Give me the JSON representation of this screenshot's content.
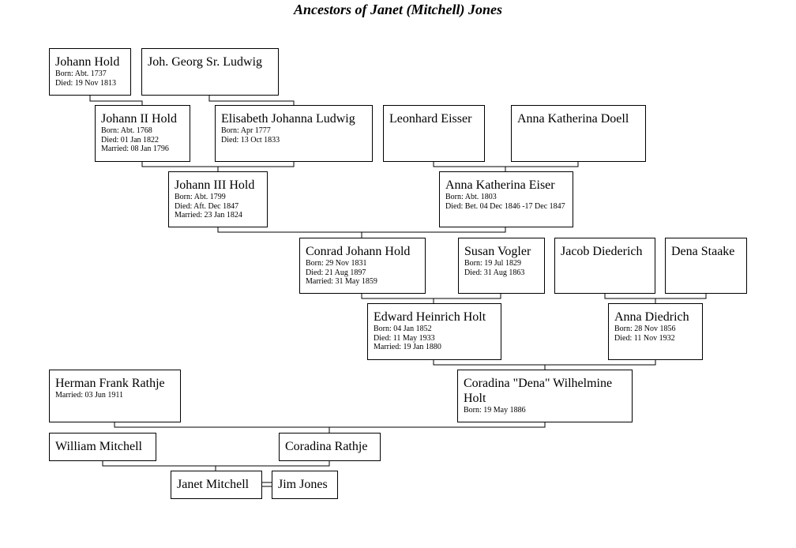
{
  "title": "Ancestors of Janet (Mitchell) Jones",
  "people": [
    {
      "name": "Johann Hold",
      "details": [
        "Born: Abt. 1737",
        "Died: 19 Nov 1813"
      ]
    },
    {
      "name": "Joh. Georg Sr. Ludwig",
      "details": []
    },
    {
      "name": "Johann II Hold",
      "details": [
        "Born: Abt. 1768",
        "Died: 01 Jan 1822",
        "Married: 08 Jan 1796"
      ]
    },
    {
      "name": "Elisabeth Johanna Ludwig",
      "details": [
        "Born: Apr 1777",
        "Died: 13 Oct 1833"
      ]
    },
    {
      "name": "Leonhard Eisser",
      "details": []
    },
    {
      "name": "Anna Katherina Doell",
      "details": []
    },
    {
      "name": "Johann III Hold",
      "details": [
        "Born: Abt. 1799",
        "Died: Aft. Dec 1847",
        "Married: 23 Jan 1824"
      ]
    },
    {
      "name": "Anna Katherina Eiser",
      "details": [
        "Born: Abt. 1803",
        "Died: Bet. 04 Dec 1846 -17 Dec 1847"
      ]
    },
    {
      "name": "Conrad Johann Hold",
      "details": [
        "Born: 29 Nov 1831",
        "Died: 21 Aug 1897",
        "Married: 31 May 1859"
      ]
    },
    {
      "name": "Susan Vogler",
      "details": [
        "Born: 19 Jul 1829",
        "Died: 31 Aug 1863"
      ]
    },
    {
      "name": "Jacob Diederich",
      "details": []
    },
    {
      "name": "Dena Staake",
      "details": []
    },
    {
      "name": "Edward Heinrich Holt",
      "details": [
        "Born: 04 Jan 1852",
        "Died: 11 May 1933",
        "Married: 19 Jan 1880"
      ]
    },
    {
      "name": "Anna Diedrich",
      "details": [
        "Born: 28 Nov 1856",
        "Died: 11 Nov 1932"
      ]
    },
    {
      "name": "Herman Frank Rathje",
      "details": [
        "Married: 03 Jun 1911"
      ]
    },
    {
      "name": "Coradina \"Dena\" Wilhelmine Holt",
      "details": [
        "Born: 19 May 1886"
      ]
    },
    {
      "name": "William Mitchell",
      "details": []
    },
    {
      "name": "Coradina Rathje",
      "details": []
    },
    {
      "name": "Janet Mitchell",
      "details": []
    },
    {
      "name": "Jim Jones",
      "details": []
    }
  ]
}
